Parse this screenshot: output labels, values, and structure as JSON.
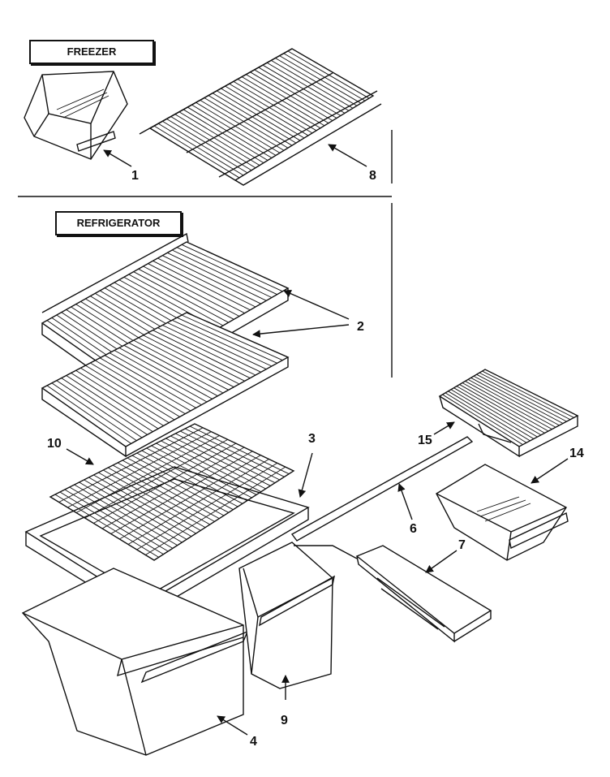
{
  "sections": {
    "freezer": "FREEZER",
    "refrigerator": "REFRIGERATOR"
  },
  "callouts": [
    "1",
    "8",
    "2",
    "3",
    "10",
    "15",
    "14",
    "6",
    "7",
    "9",
    "4"
  ],
  "colors": {
    "ink": "#111111",
    "paper": "#ffffff"
  }
}
